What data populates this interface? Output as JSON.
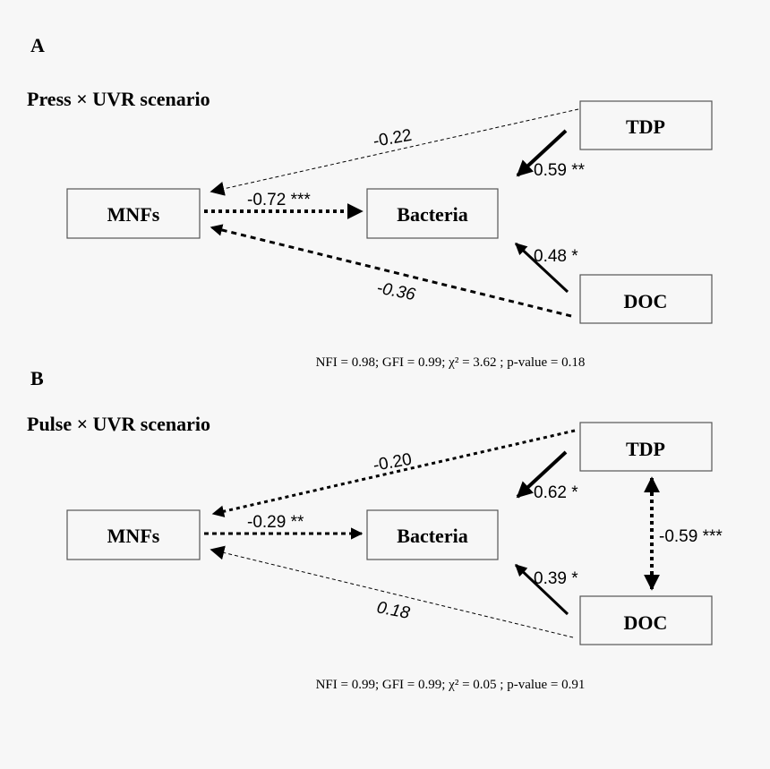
{
  "panel_a": {
    "letter": "A",
    "title": "Press × UVR scenario",
    "nodes": {
      "mnfs": "MNFs",
      "bacteria": "Bacteria",
      "tdp": "TDP",
      "doc": "DOC"
    },
    "paths": {
      "tdp_mnfs": "-0.22",
      "mnfs_bacteria": "-0.72 ***",
      "doc_mnfs": "-0.36",
      "tdp_bacteria": "0.59 **",
      "doc_bacteria": "0.48 *"
    },
    "fit": "NFI = 0.98; GFI = 0.99; χ² = 3.62 ; p-value = 0.18"
  },
  "panel_b": {
    "letter": "B",
    "title": "Pulse × UVR scenario",
    "nodes": {
      "mnfs": "MNFs",
      "bacteria": "Bacteria",
      "tdp": "TDP",
      "doc": "DOC"
    },
    "paths": {
      "tdp_mnfs": "-0.20",
      "mnfs_bacteria": "-0.29 **",
      "doc_mnfs": "0.18",
      "tdp_bacteria": "0.62 *",
      "doc_bacteria": "0.39 *",
      "tdp_doc": "-0.59 ***"
    },
    "fit": "NFI = 0.99; GFI = 0.99; χ² = 0.05 ; p-value = 0.91"
  }
}
